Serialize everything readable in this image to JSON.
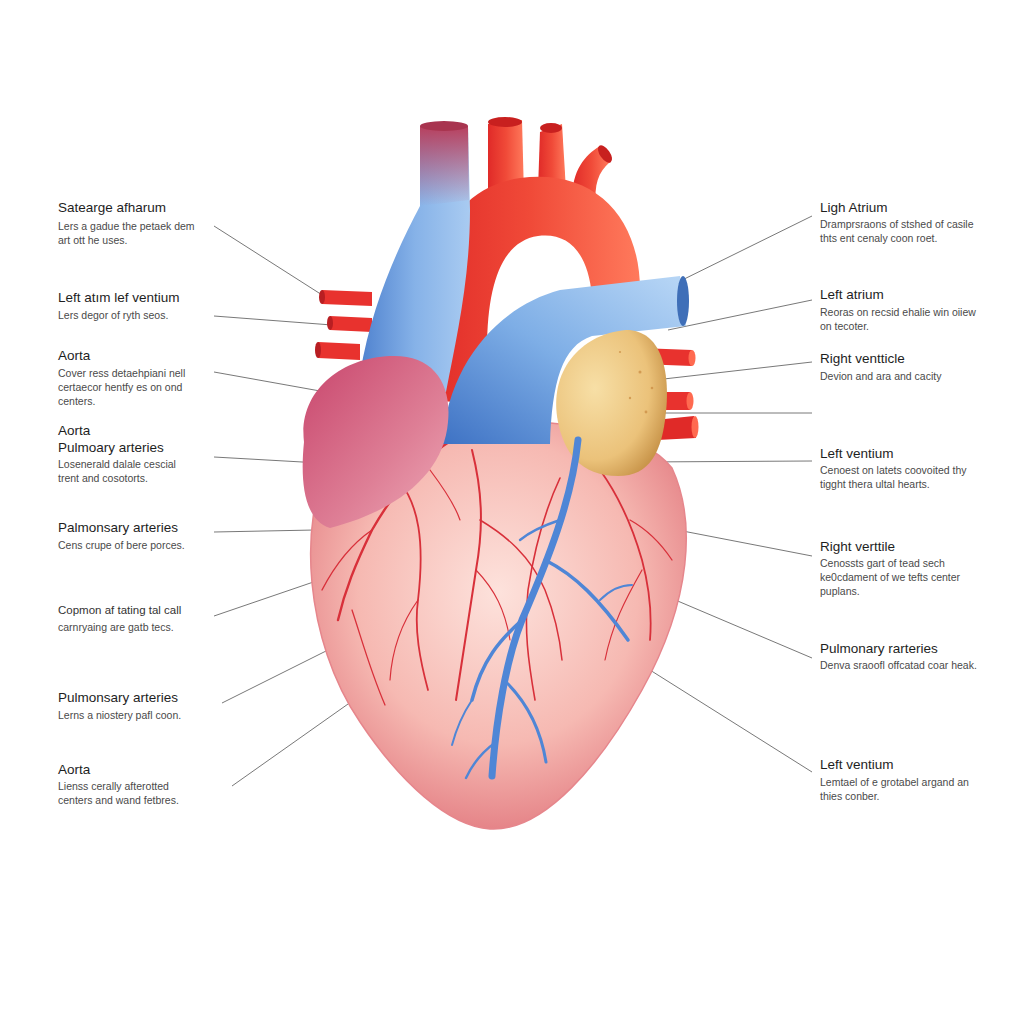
{
  "diagram": {
    "labels": [
      "Satearge afharum",
      "Lers a gadue the petaek dem art ott he uses.",
      "Left atım lef ventium",
      "Lers degor of ryth seos.",
      "Aorta",
      "Cover ress detaehpiani nell certaecor hentfy es on ond centers.",
      "Aorta",
      "Pulmoary arteries",
      "Losenerald dalale cescial trent and cosotorts.",
      "Palmonsary arteries",
      "Cens crupe of bere porces.",
      "Copmon af tating tal call",
      "carnryaing are gatb tecs.",
      "Pulmonsary arteries",
      "Lerns a niostery pafl coon.",
      "Aorta",
      "Lienss cerally afterotted centers and wand fetbres.",
      "Ligh Atrium",
      "Dramprsraons of stshed of casile thts ent cenaly coon roet.",
      "Left atrium",
      "Reoras on recsid ehalie win oiiew on tecoter.",
      "Right ventticle",
      "Devion and ara and cacity",
      "Left ventium",
      "Cenoest on latets coovoited thy tigght thera ultal hearts.",
      "Right verttile",
      "Cenossts gart of tead sech ke0cdament of we tefts center puplans.",
      "Pulmonary rarteries",
      "Denva sraoofl offcatad coar heak.",
      "Left ventium",
      "Lemtael of e grotabel argand an thies conber."
    ]
  }
}
